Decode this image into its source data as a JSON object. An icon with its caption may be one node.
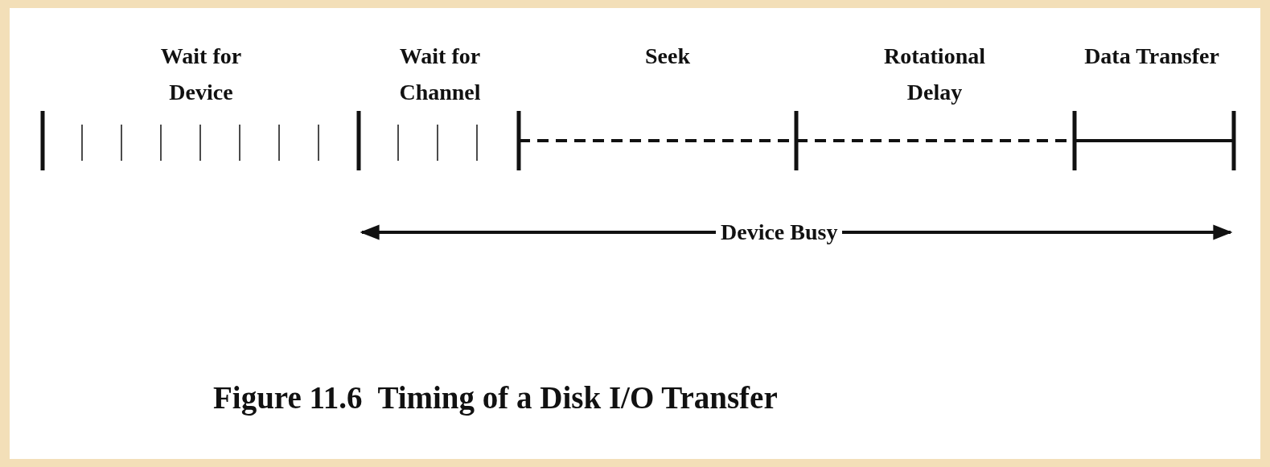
{
  "diagram": {
    "caption": "Figure 11.6  Timing of a Disk I/O Transfer",
    "labels": [
      "Wait for Device",
      "Wait for Channel",
      "Seek",
      "Rotational Delay",
      "Data Transfer",
      "Device Busy"
    ]
  }
}
